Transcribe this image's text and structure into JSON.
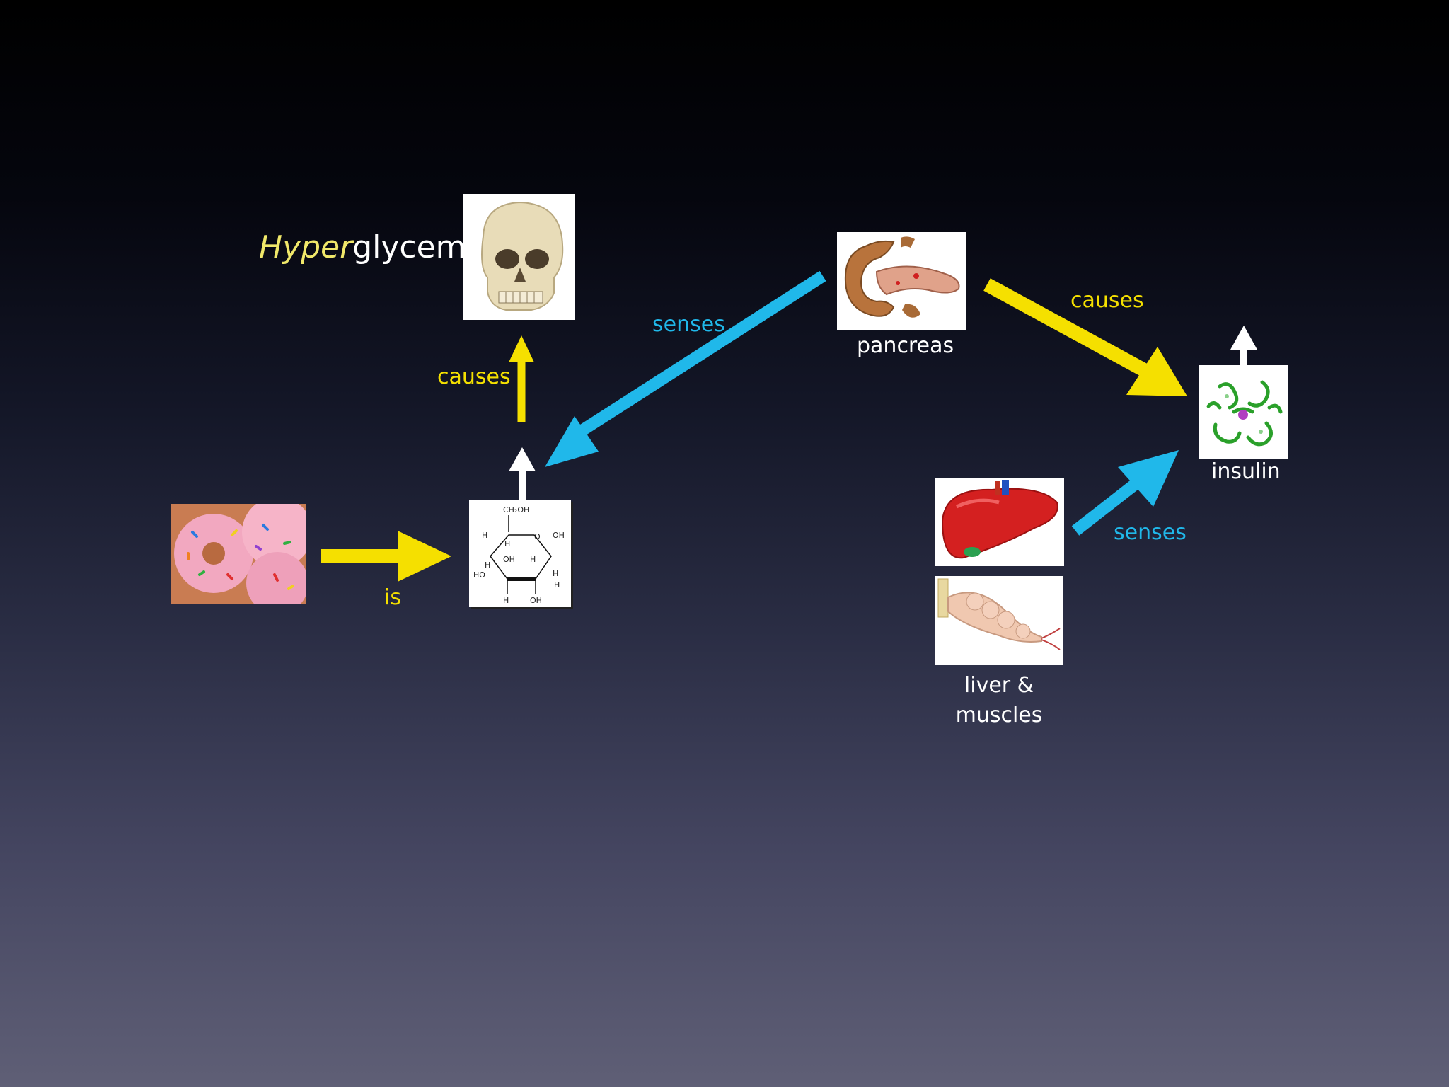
{
  "title": {
    "prefix": "Hyper",
    "suffix": "glycemia"
  },
  "labels": {
    "causes_top": "causes",
    "senses_top": "senses",
    "pancreas": "pancreas",
    "causes_right": "causes",
    "insulin": "insulin",
    "is": "is",
    "senses_right": "senses",
    "liver_line1": "liver &",
    "liver_line2": "muscles"
  },
  "glucose": {
    "ch2oh": "CH₂OH",
    "h1": "H",
    "o": "O",
    "h2": "H",
    "oh1": "OH",
    "h3": "H",
    "oh2": "OH",
    "h4": "H",
    "ho": "HO",
    "h5": "H",
    "h6": "H",
    "oh3": "OH",
    "h7": "H"
  },
  "colors": {
    "yellow": "#f5e000",
    "cyan": "#20b8ea",
    "white": "#ffffff"
  },
  "icons": [
    "skull-image",
    "pancreas-image",
    "insulin-molecule-image",
    "glucose-structure-image",
    "donuts-image",
    "liver-image",
    "muscle-image"
  ]
}
